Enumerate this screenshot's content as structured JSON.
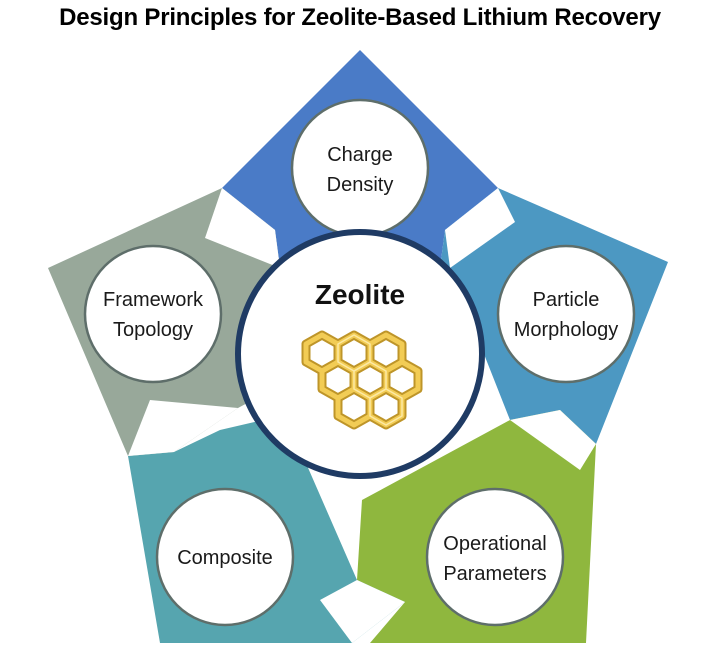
{
  "title": "Design Principles for Zeolite-Based Lithium Recovery",
  "center": {
    "label": "Zeolite",
    "icon": "zeolite-framework-icon"
  },
  "principles": [
    {
      "id": "charge-density",
      "lines": [
        "Charge",
        "Density"
      ],
      "color": "#4A7BC7"
    },
    {
      "id": "particle-morphology",
      "lines": [
        "Particle",
        "Morphology"
      ],
      "color": "#4C98C2"
    },
    {
      "id": "operational-parameters",
      "lines": [
        "Operational",
        "Parameters"
      ],
      "color": "#8FB73E"
    },
    {
      "id": "composite",
      "lines": [
        "Composite"
      ],
      "color": "#56A5AF"
    },
    {
      "id": "framework-topology",
      "lines": [
        "Framework",
        "Topology"
      ],
      "color": "#98A89A"
    }
  ],
  "colors": {
    "center_ring": "#1F3B64",
    "circle_border": "#5E6E6A",
    "zeolite_gold": "#E7B52A"
  }
}
